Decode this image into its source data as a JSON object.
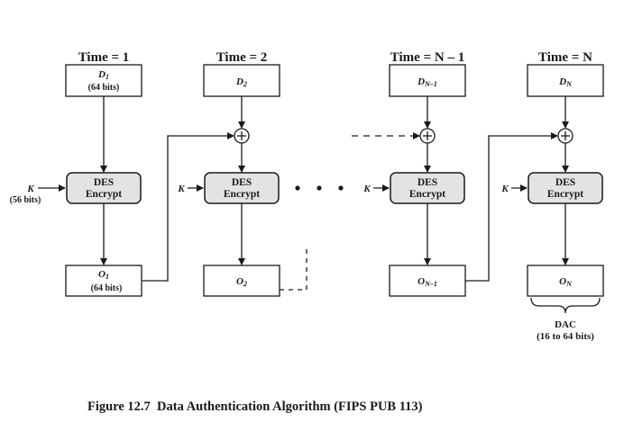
{
  "stages": [
    {
      "time_label": "Time = 1",
      "input": {
        "base": "D",
        "sub": "1",
        "note": "(64 bits)"
      },
      "des": {
        "line1": "DES",
        "line2": "Encrypt"
      },
      "key": {
        "label": "K",
        "note": "(56 bits)"
      },
      "output": {
        "base": "O",
        "sub": "1",
        "note": "(64 bits)"
      }
    },
    {
      "time_label": "Time = 2",
      "input": {
        "base": "D",
        "sub": "2"
      },
      "des": {
        "line1": "DES",
        "line2": "Encrypt"
      },
      "key": {
        "label": "K"
      },
      "output": {
        "base": "O",
        "sub": "2"
      }
    },
    {
      "time_label": "Time = N – 1",
      "input": {
        "base": "D",
        "sub": "N–1"
      },
      "des": {
        "line1": "DES",
        "line2": "Encrypt"
      },
      "key": {
        "label": "K"
      },
      "output": {
        "base": "O",
        "sub": "N–1"
      }
    },
    {
      "time_label": "Time = N",
      "input": {
        "base": "D",
        "sub": "N"
      },
      "des": {
        "line1": "DES",
        "line2": "Encrypt"
      },
      "key": {
        "label": "K"
      },
      "output": {
        "base": "O",
        "sub": "N"
      }
    }
  ],
  "dac": {
    "label": "DAC",
    "note": "(16 to 64 bits)"
  },
  "caption": "Figure 12.7  Data Authentication Algorithm (FIPS PUB 113)"
}
